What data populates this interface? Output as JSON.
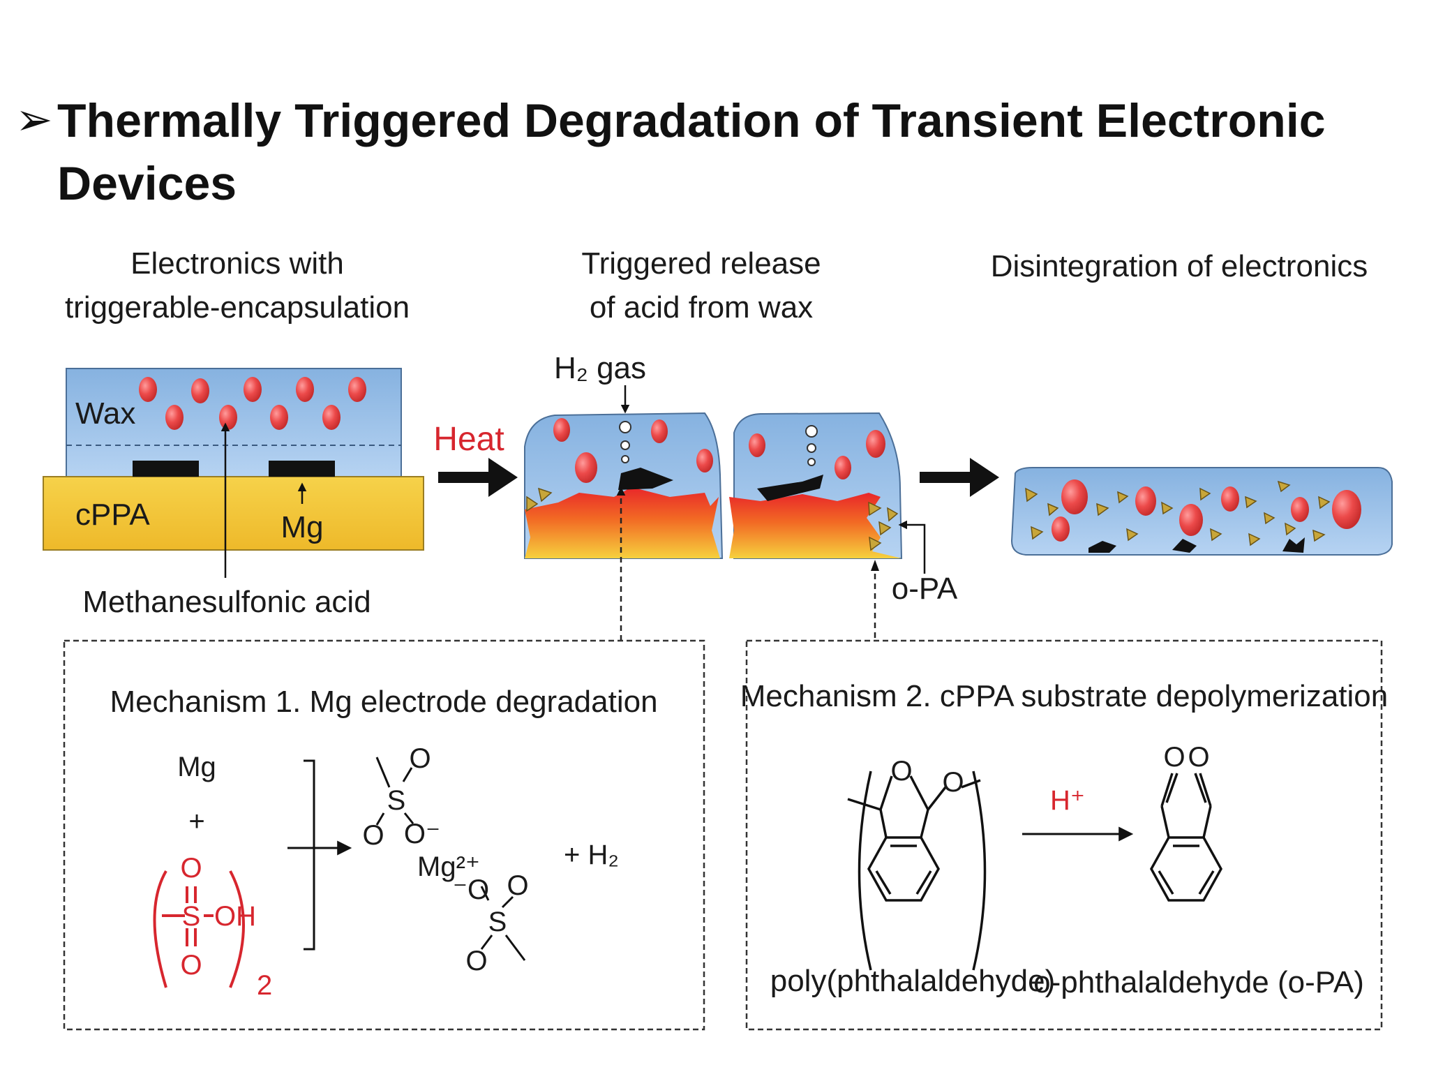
{
  "slide": {
    "bullet": "➢",
    "title": "Thermally Triggered Degradation of Transient Electronic\nDevices"
  },
  "diagram": {
    "panel_labels": {
      "left_1": "Electronics with",
      "left_2": "triggerable-encapsulation",
      "middle_1": "Triggered release",
      "middle_2": "of acid from wax",
      "right": "Disintegration of electronics"
    },
    "labels": {
      "wax": "Wax",
      "cppa": "cPPA",
      "mg": "Mg",
      "acid": "Methanesulfonic acid",
      "heat": "Heat",
      "h2gas": "H₂ gas",
      "opa": "o-PA"
    },
    "mechanism1": {
      "title": "Mechanism 1. Mg electrode degradation",
      "mg": "Mg",
      "plus": "+",
      "oh": "OH",
      "subscript": "2",
      "mg2": "Mg²⁺",
      "plus_h2": "+ H₂"
    },
    "mechanism2": {
      "title": "Mechanism 2. cPPA substrate depolymerization",
      "catalyst": "H⁺",
      "poly_label": "poly(phthalaldehyde)",
      "mono_label": "o-phthalaldehyde (o-PA)"
    },
    "colors": {
      "wax": "#9ec3ea",
      "cppa": "#f2c531",
      "acid_drop": "#e64545",
      "heat": "#d7262e",
      "opa_triangle": "#c8a63a"
    }
  }
}
